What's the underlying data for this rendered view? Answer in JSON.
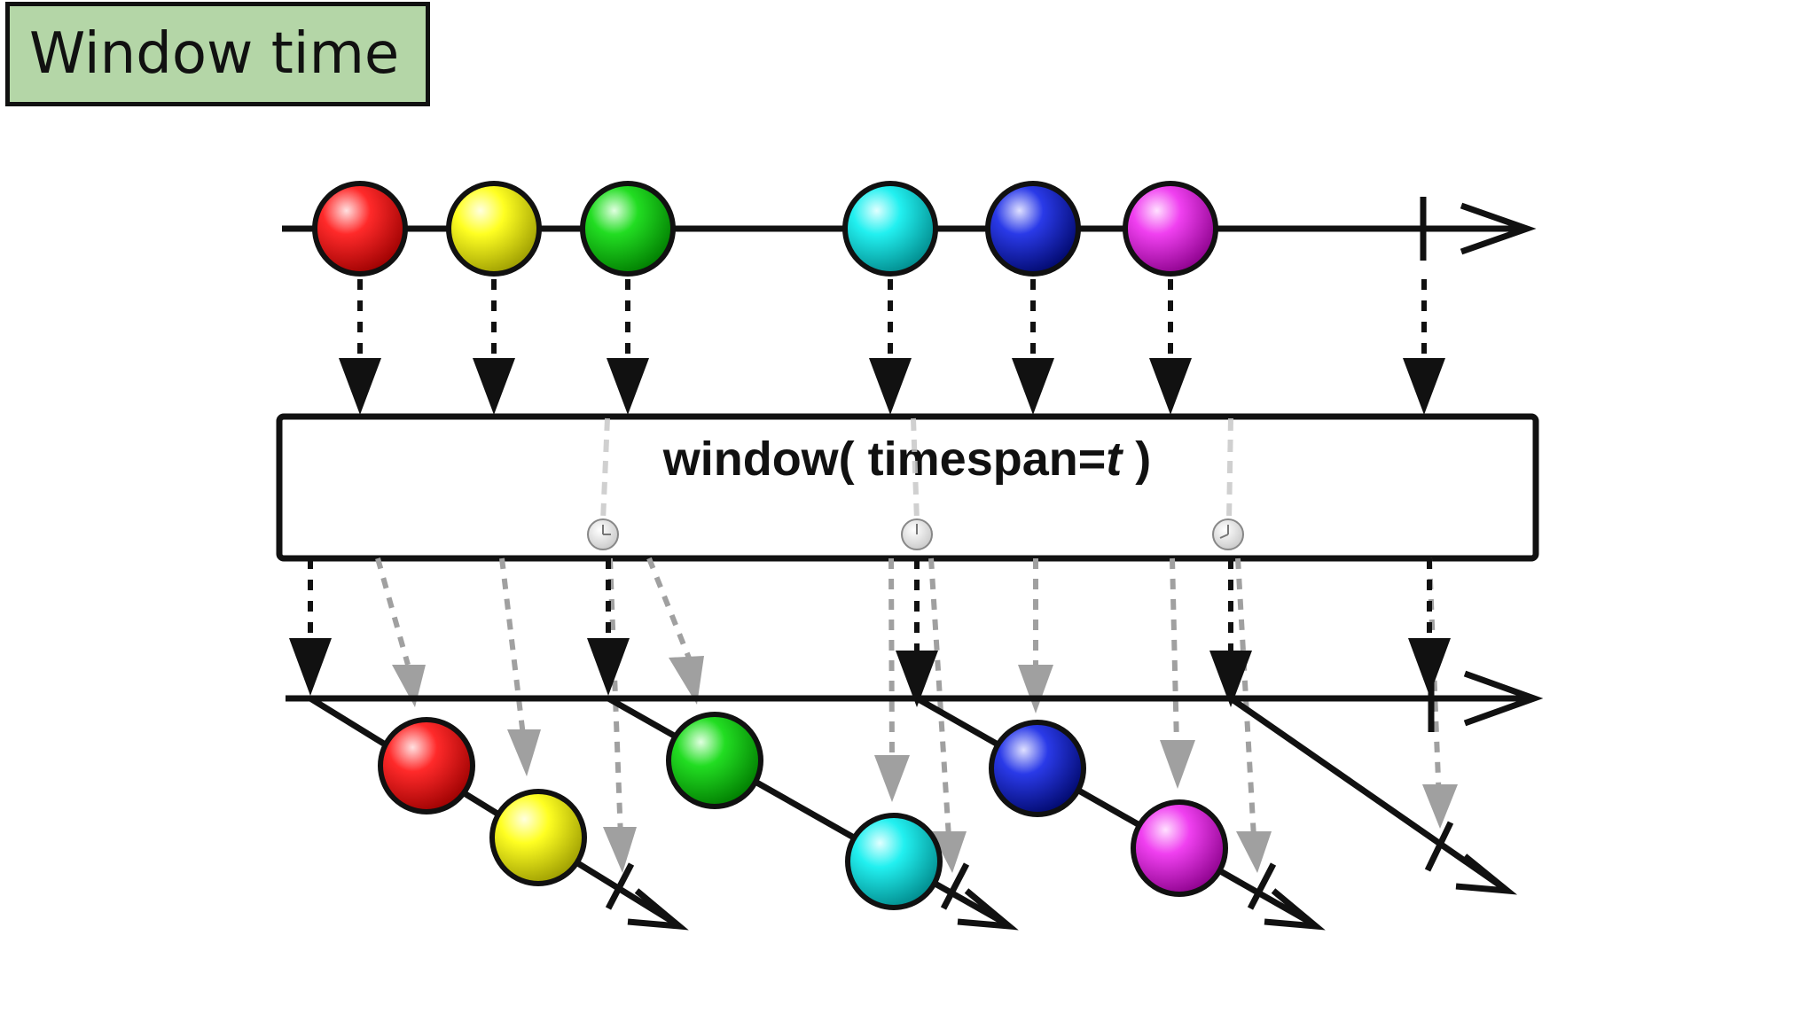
{
  "title": "Window time",
  "operator": {
    "name": "window( timespan=",
    "param": "t",
    "close": " )"
  },
  "colors": {
    "title_bg": "#b4d6a7",
    "red": "#ff2a2a",
    "yellow": "#ffff22",
    "green": "#22dd22",
    "cyan": "#22f0f0",
    "blue": "#2a3ae8",
    "magenta": "#f040f0",
    "dashed_gray": "#a0a0a0"
  },
  "source": {
    "marbles": [
      "red",
      "yellow",
      "green",
      "cyan",
      "blue",
      "magenta"
    ]
  },
  "windows": [
    {
      "marbles": [
        "red",
        "yellow"
      ]
    },
    {
      "marbles": [
        "green",
        "cyan"
      ]
    },
    {
      "marbles": [
        "blue",
        "magenta"
      ]
    },
    {
      "marbles": []
    }
  ]
}
